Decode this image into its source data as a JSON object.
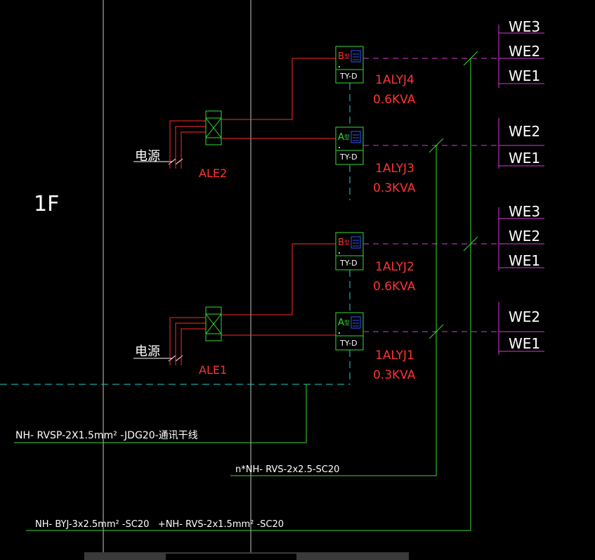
{
  "colors": {
    "background": "#000000",
    "power_wire": "#ff2a2a",
    "device_box": "#33dd33",
    "comm_dash": "#22cccc",
    "trunk_line": "#33dd33",
    "we_line": "#dd33dd",
    "we_label": "#ffffff",
    "grid_line": "#c8c8c8",
    "device_label": "#ff3333",
    "type_b": "#ff3333",
    "type_a": "#33dd33",
    "icon_blue": "#3355ff"
  },
  "floor_label": "1F",
  "power_sources": [
    {
      "source_label": "电源",
      "panel_label": "ALE2"
    },
    {
      "source_label": "电源",
      "panel_label": "ALE1"
    }
  ],
  "devices": [
    {
      "type_letter": "B",
      "type_suffix": "型",
      "model": "TY-D",
      "name": "1ALYJ4",
      "capacity": "0.6KVA",
      "outputs": [
        "WE3",
        "WE2",
        "WE1"
      ]
    },
    {
      "type_letter": "A",
      "type_suffix": "型",
      "model": "TY-D",
      "name": "1ALYJ3",
      "capacity": "0.3KVA",
      "outputs": [
        "WE2",
        "WE1"
      ]
    },
    {
      "type_letter": "B",
      "type_suffix": "型",
      "model": "TY-D",
      "name": "1ALYJ2",
      "capacity": "0.6KVA",
      "outputs": [
        "WE3",
        "WE2",
        "WE1"
      ]
    },
    {
      "type_letter": "A",
      "type_suffix": "型",
      "model": "TY-D",
      "name": "1ALYJ1",
      "capacity": "0.3KVA",
      "outputs": [
        "WE2",
        "WE1"
      ]
    }
  ],
  "cables": {
    "comm": "NH- RVSP-2X1.5mm² -JDG20-通讯干线",
    "branch": "n*NH- RVS-2x2.5-SC20",
    "trunk": "NH- BYJ-3x2.5mm² -SC20   +NH- RVS-2x1.5mm² -SC20"
  }
}
